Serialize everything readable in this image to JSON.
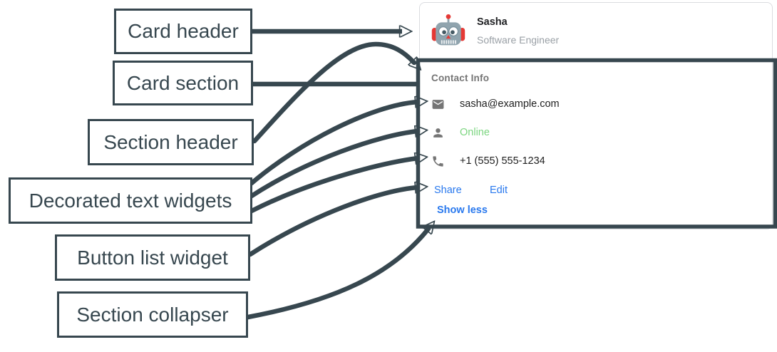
{
  "annotations": {
    "labels": [
      {
        "text": "Card header"
      },
      {
        "text": "Card section"
      },
      {
        "text": "Section header"
      },
      {
        "text": "Decorated text widgets"
      },
      {
        "text": "Button list widget"
      },
      {
        "text": "Section collapser"
      }
    ]
  },
  "card": {
    "header": {
      "avatar_icon": "robot-avatar-icon",
      "name": "Sasha",
      "subtitle": "Software Engineer"
    },
    "section": {
      "title": "Contact Info",
      "widgets": [
        {
          "icon": "email-icon",
          "text": "sasha@example.com"
        },
        {
          "icon": "person-icon",
          "text": "Online"
        },
        {
          "icon": "phone-icon",
          "text": "+1 (555) 555-1234"
        }
      ],
      "buttons": [
        {
          "label": "Share"
        },
        {
          "label": "Edit"
        }
      ],
      "collapser": {
        "label": "Show less"
      }
    }
  },
  "colors": {
    "annotation_dark": "#37474F",
    "link_blue": "#2878EE",
    "online_green": "#7BD57F",
    "icon_gray": "#757575",
    "subtitle_gray": "#9AA0A6",
    "card_border": "#DADCE0"
  }
}
